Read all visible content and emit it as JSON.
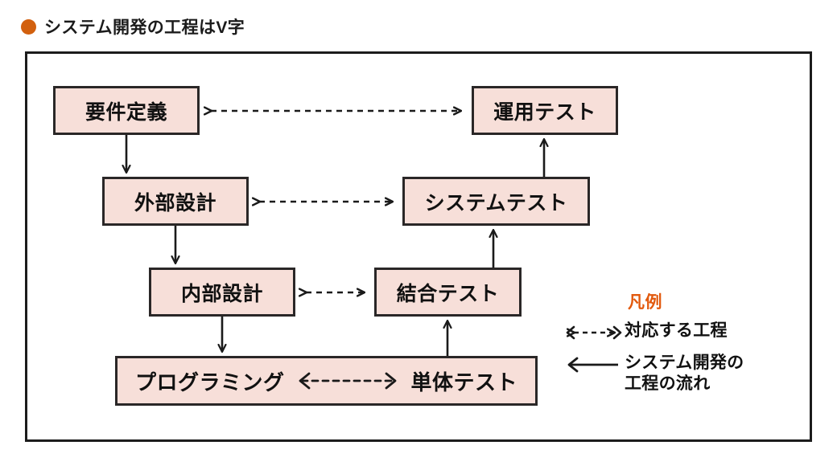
{
  "title": {
    "bullet_color": "#d2600e",
    "text": "システム開発の工程はV字"
  },
  "colors": {
    "box_fill": "#f7dfd9",
    "box_border": "#2a2727",
    "frame_border": "#1c1c1c",
    "accent_orange": "#e2590d",
    "line": "#1a1a1a"
  },
  "diagram": {
    "type": "v-model",
    "nodes": [
      {
        "id": "requirements",
        "label": "要件定義",
        "side": "left",
        "level": 1
      },
      {
        "id": "ops_test",
        "label": "運用テスト",
        "side": "right",
        "level": 1
      },
      {
        "id": "ext_design",
        "label": "外部設計",
        "side": "left",
        "level": 2
      },
      {
        "id": "sys_test",
        "label": "システムテスト",
        "side": "right",
        "level": 2
      },
      {
        "id": "int_design",
        "label": "内部設計",
        "side": "left",
        "level": 3
      },
      {
        "id": "integ_test",
        "label": "結合テスト",
        "side": "right",
        "level": 3
      },
      {
        "id": "programming",
        "label": "プログラミング",
        "side": "left",
        "level": 4
      },
      {
        "id": "unit_test",
        "label": "単体テスト",
        "side": "right",
        "level": 4
      }
    ],
    "flow_edges": [
      {
        "from": "requirements",
        "to": "ext_design",
        "style": "solid",
        "direction": "down"
      },
      {
        "from": "ext_design",
        "to": "int_design",
        "style": "solid",
        "direction": "down"
      },
      {
        "from": "int_design",
        "to": "programming",
        "style": "solid",
        "direction": "down"
      },
      {
        "from": "unit_test",
        "to": "integ_test",
        "style": "solid",
        "direction": "up"
      },
      {
        "from": "integ_test",
        "to": "sys_test",
        "style": "solid",
        "direction": "up"
      },
      {
        "from": "sys_test",
        "to": "ops_test",
        "style": "solid",
        "direction": "up"
      }
    ],
    "correspondence_edges": [
      {
        "from": "requirements",
        "to": "ops_test",
        "style": "dashed",
        "direction": "both"
      },
      {
        "from": "ext_design",
        "to": "sys_test",
        "style": "dashed",
        "direction": "both"
      },
      {
        "from": "int_design",
        "to": "integ_test",
        "style": "dashed",
        "direction": "both"
      },
      {
        "from": "programming",
        "to": "unit_test",
        "style": "dashed",
        "direction": "both"
      }
    ]
  },
  "legend": {
    "title": "凡例",
    "items": [
      {
        "symbol": "dashed-double-arrow",
        "label": "対応する工程"
      },
      {
        "symbol": "solid-left-arrow",
        "label_line1": "システム開発の",
        "label_line2": "工程の流れ"
      }
    ]
  }
}
